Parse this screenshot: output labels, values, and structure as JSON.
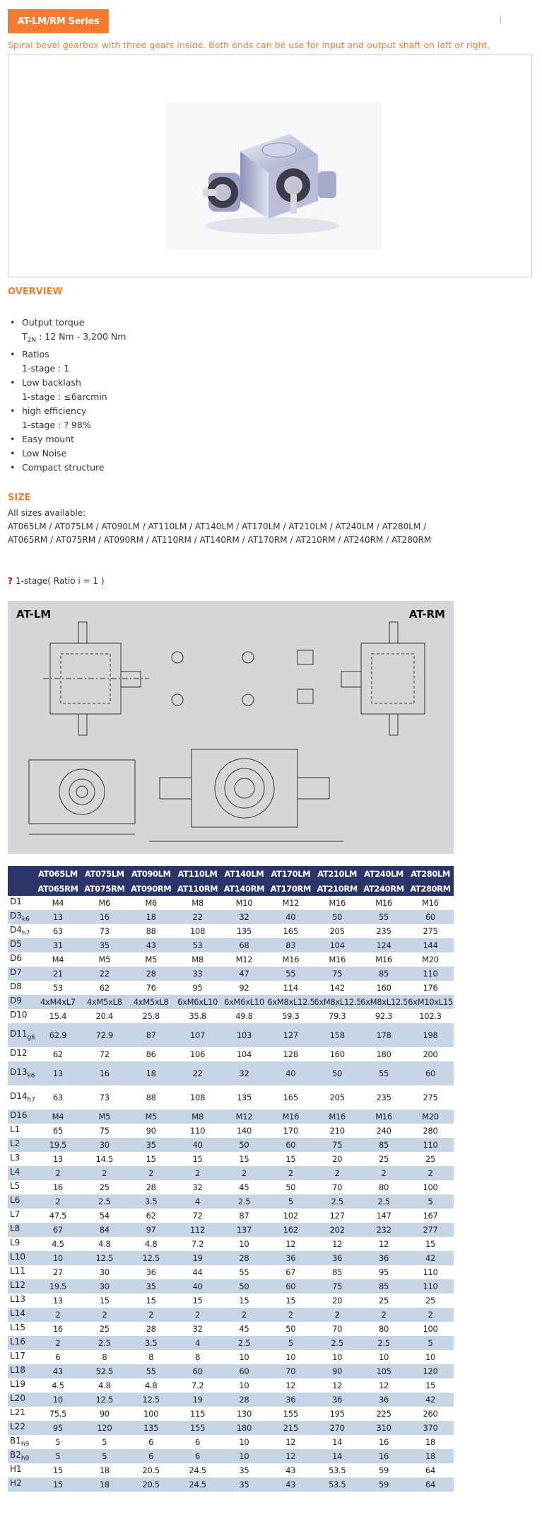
{
  "header": {
    "tab_label": "AT-LM/RM Series"
  },
  "tagline": "Spiral bevel gearbox with three gears inside. Both ends can be use for input and output shaft on left or right.",
  "overview": {
    "title": "OVERVIEW",
    "items": [
      {
        "label": "Output torque",
        "detail_prefix": "T",
        "detail_sub": "2N",
        "detail": " : 12 Nm - 3,200 Nm"
      },
      {
        "label": "Ratios",
        "detail": "1-stage : 1"
      },
      {
        "label": "Low backlash",
        "detail": "1-stage : ≤6arcmin"
      },
      {
        "label": "high efficiency",
        "detail": "1-stage : ? 98%"
      },
      {
        "label": "Easy mount"
      },
      {
        "label": "Low Noise"
      },
      {
        "label": "Compact structure"
      }
    ]
  },
  "size": {
    "title": "SIZE",
    "line1": "All sizes available:",
    "line2": "AT065LM / AT075LM / AT090LM / AT110LM / AT140LM / AT170LM / AT210LM / AT240LM / AT280LM /",
    "line3": "AT065RM / AT075RM / AT090RM / AT110RM / AT140RM / AT170RM / AT210RM / AT240RM / AT280RM"
  },
  "stage": {
    "marker": "?",
    "label": "1-stage( Ratio i = 1 )"
  },
  "drawing": {
    "left_label": "AT-LM",
    "right_label": "AT-RM"
  },
  "table": {
    "headers_lm": [
      "AT065LM",
      "AT075LM",
      "AT090LM",
      "AT110LM",
      "AT140LM",
      "AT170LM",
      "AT210LM",
      "AT240LM",
      "AT280LM"
    ],
    "headers_rm": [
      "AT065RM",
      "AT075RM",
      "AT090RM",
      "AT110RM",
      "AT140RM",
      "AT170RM",
      "AT210RM",
      "AT240RM",
      "AT280RM"
    ],
    "rows": [
      {
        "label": "D1",
        "sub": "",
        "values": [
          "M4",
          "M6",
          "M6",
          "M8",
          "M10",
          "M12",
          "M16",
          "M16",
          "M16"
        ]
      },
      {
        "label": "D3",
        "sub": "k6",
        "values": [
          "13",
          "16",
          "18",
          "22",
          "32",
          "40",
          "50",
          "55",
          "60"
        ]
      },
      {
        "label": "D4",
        "sub": "h7",
        "values": [
          "63",
          "73",
          "88",
          "108",
          "135",
          "165",
          "205",
          "235",
          "275"
        ]
      },
      {
        "label": "D5",
        "sub": "",
        "values": [
          "31",
          "35",
          "43",
          "53",
          "68",
          "83",
          "104",
          "124",
          "144"
        ]
      },
      {
        "label": "D6",
        "sub": "",
        "values": [
          "M4",
          "M5",
          "M5",
          "M8",
          "M12",
          "M16",
          "M16",
          "M16",
          "M20"
        ]
      },
      {
        "label": "D7",
        "sub": "",
        "values": [
          "21",
          "22",
          "28",
          "33",
          "47",
          "55",
          "75",
          "85",
          "110"
        ]
      },
      {
        "label": "D8",
        "sub": "",
        "values": [
          "53",
          "62",
          "76",
          "95",
          "92",
          "114",
          "142",
          "160",
          "176"
        ]
      },
      {
        "label": "D9",
        "sub": "",
        "values": [
          "4xM4xL7",
          "4xM5xL8",
          "4xM5xL8",
          "6xM6xL10",
          "6xM6xL10",
          "6xM8xL12.5",
          "6xM8xL12.5",
          "6xM8xL12.5",
          "6xM10xL15"
        ]
      },
      {
        "label": "D10",
        "sub": "",
        "values": [
          "15.4",
          "20.4",
          "25.8",
          "35.8",
          "49.8",
          "59.3",
          "79.3",
          "92.3",
          "102.3"
        ]
      },
      {
        "label": "D11",
        "sub": "g6",
        "tall": true,
        "values": [
          "62.9",
          "72.9",
          "87",
          "107",
          "103",
          "127",
          "158",
          "178",
          "198"
        ]
      },
      {
        "label": "D12",
        "sub": "",
        "values": [
          "62",
          "72",
          "86",
          "106",
          "104",
          "128",
          "160",
          "180",
          "200"
        ]
      },
      {
        "label": "D13",
        "sub": "k6",
        "tall": true,
        "values": [
          "13",
          "16",
          "18",
          "22",
          "32",
          "40",
          "50",
          "55",
          "60"
        ]
      },
      {
        "label": "D14",
        "sub": "h7",
        "tall": true,
        "values": [
          "63",
          "73",
          "88",
          "108",
          "135",
          "165",
          "205",
          "235",
          "275"
        ]
      },
      {
        "label": "D16",
        "sub": "",
        "values": [
          "M4",
          "M5",
          "M5",
          "M8",
          "M12",
          "M16",
          "M16",
          "M16",
          "M20"
        ]
      },
      {
        "label": "L1",
        "sub": "",
        "values": [
          "65",
          "75",
          "90",
          "110",
          "140",
          "170",
          "210",
          "240",
          "280"
        ]
      },
      {
        "label": "L2",
        "sub": "",
        "values": [
          "19.5",
          "30",
          "35",
          "40",
          "50",
          "60",
          "75",
          "85",
          "110"
        ]
      },
      {
        "label": "L3",
        "sub": "",
        "values": [
          "13",
          "14.5",
          "15",
          "15",
          "15",
          "15",
          "20",
          "25",
          "25"
        ]
      },
      {
        "label": "L4",
        "sub": "",
        "values": [
          "2",
          "2",
          "2",
          "2",
          "2",
          "2",
          "2",
          "2",
          "2"
        ]
      },
      {
        "label": "L5",
        "sub": "",
        "values": [
          "16",
          "25",
          "28",
          "32",
          "45",
          "50",
          "70",
          "80",
          "100"
        ]
      },
      {
        "label": "L6",
        "sub": "",
        "values": [
          "2",
          "2.5",
          "3.5",
          "4",
          "2.5",
          "5",
          "2.5",
          "2.5",
          "5"
        ]
      },
      {
        "label": "L7",
        "sub": "",
        "values": [
          "47.5",
          "54",
          "62",
          "72",
          "87",
          "102",
          "127",
          "147",
          "167"
        ]
      },
      {
        "label": "L8",
        "sub": "",
        "values": [
          "67",
          "84",
          "97",
          "112",
          "137",
          "162",
          "202",
          "232",
          "277"
        ]
      },
      {
        "label": "L9",
        "sub": "",
        "values": [
          "4.5",
          "4.8",
          "4.8",
          "7.2",
          "10",
          "12",
          "12",
          "12",
          "15"
        ]
      },
      {
        "label": "L10",
        "sub": "",
        "values": [
          "10",
          "12.5",
          "12.5",
          "19",
          "28",
          "36",
          "36",
          "36",
          "42"
        ]
      },
      {
        "label": "L11",
        "sub": "",
        "values": [
          "27",
          "30",
          "36",
          "44",
          "55",
          "67",
          "85",
          "95",
          "110"
        ]
      },
      {
        "label": "L12",
        "sub": "",
        "values": [
          "19.5",
          "30",
          "35",
          "40",
          "50",
          "60",
          "75",
          "85",
          "110"
        ]
      },
      {
        "label": "L13",
        "sub": "",
        "values": [
          "13",
          "15",
          "15",
          "15",
          "15",
          "15",
          "20",
          "25",
          "25"
        ]
      },
      {
        "label": "L14",
        "sub": "",
        "values": [
          "2",
          "2",
          "2",
          "2",
          "2",
          "2",
          "2",
          "2",
          "2"
        ]
      },
      {
        "label": "L15",
        "sub": "",
        "values": [
          "16",
          "25",
          "28",
          "32",
          "45",
          "50",
          "70",
          "80",
          "100"
        ]
      },
      {
        "label": "L16",
        "sub": "",
        "values": [
          "2",
          "2.5",
          "3.5",
          "4",
          "2.5",
          "5",
          "2.5",
          "2.5",
          "5"
        ]
      },
      {
        "label": "L17",
        "sub": "",
        "values": [
          "6",
          "8",
          "8",
          "8",
          "10",
          "10",
          "10",
          "10",
          "10"
        ]
      },
      {
        "label": "L18",
        "sub": "",
        "values": [
          "43",
          "52.5",
          "55",
          "60",
          "60",
          "70",
          "90",
          "105",
          "120"
        ]
      },
      {
        "label": "L19",
        "sub": "",
        "values": [
          "4.5",
          "4.8",
          "4.8",
          "7.2",
          "10",
          "12",
          "12",
          "12",
          "15"
        ]
      },
      {
        "label": "L20",
        "sub": "",
        "values": [
          "10",
          "12.5",
          "12.5",
          "19",
          "28",
          "36",
          "36",
          "36",
          "42"
        ]
      },
      {
        "label": "L21",
        "sub": "",
        "values": [
          "75.5",
          "90",
          "100",
          "115",
          "130",
          "155",
          "195",
          "225",
          "260"
        ]
      },
      {
        "label": "L22",
        "sub": "",
        "values": [
          "95",
          "120",
          "135",
          "155",
          "180",
          "215",
          "270",
          "310",
          "370"
        ]
      },
      {
        "label": "B1",
        "sub": "h9",
        "values": [
          "5",
          "5",
          "6",
          "6",
          "10",
          "12",
          "14",
          "16",
          "18"
        ]
      },
      {
        "label": "B2",
        "sub": "h9",
        "values": [
          "5",
          "5",
          "6",
          "6",
          "10",
          "12",
          "14",
          "16",
          "18"
        ]
      },
      {
        "label": "H1",
        "sub": "",
        "values": [
          "15",
          "18",
          "20.5",
          "24.5",
          "35",
          "43",
          "53.5",
          "59",
          "64"
        ]
      },
      {
        "label": "H2",
        "sub": "",
        "values": [
          "15",
          "18",
          "20.5",
          "24.5",
          "35",
          "43",
          "53.5",
          "59",
          "64"
        ]
      }
    ]
  }
}
